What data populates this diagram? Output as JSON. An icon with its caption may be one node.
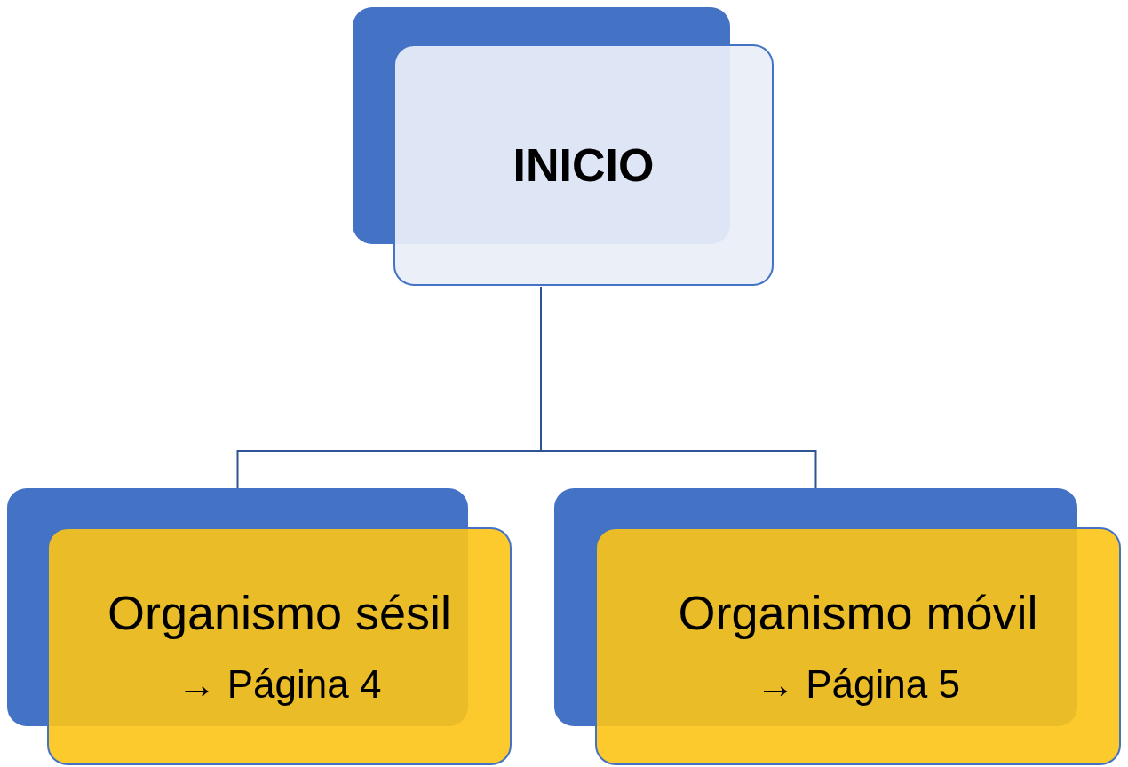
{
  "diagram": {
    "nodes": [
      {
        "text": [
          "INICIO"
        ]
      },
      {
        "text": [
          "Organismo sésil",
          "→ Página 4"
        ]
      },
      {
        "text": [
          "Organismo móvil",
          "→ Página 5"
        ]
      }
    ],
    "edges": [
      {
        "from": 0,
        "to": 1,
        "arrow": "none"
      },
      {
        "from": 0,
        "to": 2,
        "arrow": "none"
      }
    ]
  }
}
